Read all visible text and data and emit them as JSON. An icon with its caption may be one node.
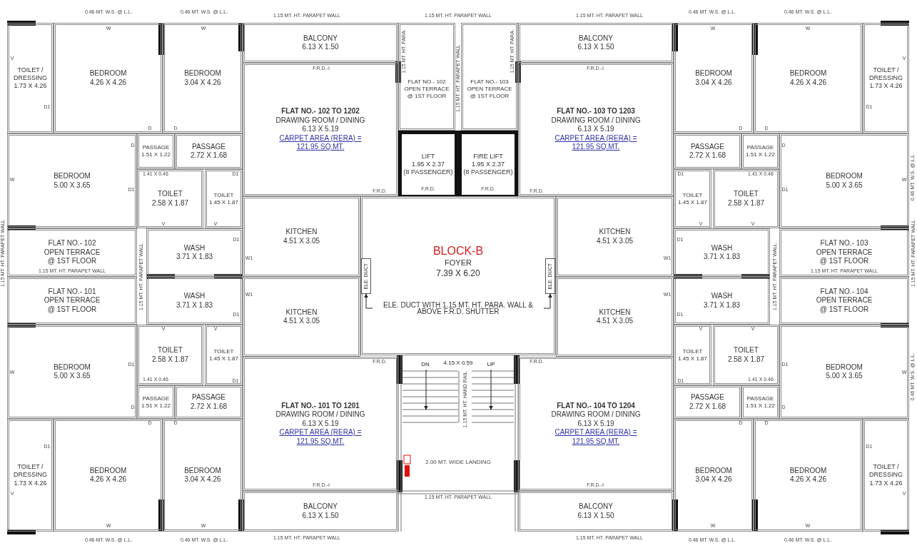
{
  "diagram": {
    "nodes": [
      {
        "text": [
          "TOILET / DRESSING",
          "1.73 X 4.26"
        ]
      },
      {
        "text": [
          "BEDROOM",
          "4.26 X 4.26"
        ]
      },
      {
        "text": [
          "BEDROOM",
          "3.04 X 4.26"
        ]
      },
      {
        "text": [
          "BEDROOM",
          "5.00 X 3.65"
        ]
      },
      {
        "text": [
          "PASSAGE",
          "1.51 X 1.22"
        ]
      },
      {
        "text": [
          "PASSAGE",
          "2.72 X 1.68"
        ]
      },
      {
        "text": [
          "TOILET",
          "2.58 X 1.87"
        ]
      },
      {
        "text": [
          "TOILET",
          "1.45 X 1.87"
        ]
      },
      {
        "text": [
          "FLAT NO.- 102",
          "OPEN TERRACE",
          "@ 1ST FLOOR"
        ]
      },
      {
        "text": [
          "WASH",
          "3.71 X 1.83"
        ]
      },
      {
        "text": [
          "FLAT NO.- 101",
          "OPEN TERRACE",
          "@ 1ST FLOOR"
        ]
      },
      {
        "text": [
          "WASH",
          "3.71 X 1.83"
        ]
      },
      {
        "text": [
          "BEDROOM",
          "5.00 X 3.65"
        ]
      },
      {
        "text": [
          "TOILET",
          "2.58 X 1.87"
        ]
      },
      {
        "text": [
          "TOILET",
          "1.45 X 1.87"
        ]
      },
      {
        "text": [
          "PASSAGE",
          "1.51 X 1.22"
        ]
      },
      {
        "text": [
          "PASSAGE",
          "2.72 X 1.68"
        ]
      },
      {
        "text": [
          "TOILET / DRESSING",
          "1.73 X 4.26"
        ]
      },
      {
        "text": [
          "BEDROOM",
          "4.26 X 4.26"
        ]
      },
      {
        "text": [
          "BEDROOM",
          "3.04 X 4.26"
        ]
      },
      {
        "text": [
          "BALCONY",
          "6.13 X 1.50"
        ]
      },
      {
        "text": [
          "FLAT NO.- 102 TO 1202",
          "DRAWING ROOM / DINING",
          "6.13 X 5.19",
          "CARPET AREA (RERA) = 121.95 SQ.MT."
        ]
      },
      {
        "text": [
          "KITCHEN",
          "4.51 X 3.05"
        ]
      },
      {
        "text": [
          "KITCHEN",
          "4.51 X 3.05"
        ]
      },
      {
        "text": [
          "FLAT NO.- 101 TO 1201",
          "DRAWING ROOM / DINING",
          "6.13 X 5.19",
          "CARPET AREA (RERA) = 121.95 SQ.MT."
        ]
      },
      {
        "text": [
          "BALCONY",
          "6.13 X 1.50"
        ]
      },
      {
        "text": [
          "FLAT NO.- 102",
          "OPEN TERRACE",
          "@ 1ST FLOOR"
        ]
      },
      {
        "text": [
          "FLAT NO.- 103",
          "OPEN TERRACE",
          "@ 1ST FLOOR"
        ]
      },
      {
        "text": [
          "LIFT",
          "1.95 X 2.37",
          "(8 PASSENGER)"
        ]
      },
      {
        "text": [
          "FIRE LIFT",
          "1.95 X 2.37",
          "(8 PASSENGER)"
        ]
      },
      {
        "text": [
          "BLOCK-B",
          "FOYER",
          "7.39 X 6.20"
        ]
      },
      {
        "text": [
          "ELE. DUCT"
        ],
        "in": 30
      },
      {
        "text": [
          "ELE. DUCT"
        ],
        "in": 30
      },
      {
        "text": [
          "ELE. DUCT WITH 1.15 MT. HT. PARA. WALL & ABOVE F.R.D. SHUTTER"
        ],
        "in": 30
      },
      {
        "text": [
          "BALCONY",
          "6.13 X 1.50"
        ]
      },
      {
        "text": [
          "FLAT NO.- 103 TO 1203",
          "DRAWING ROOM / DINING",
          "6.13 X 5.19",
          "CARPET AREA (RERA) = 121.95 SQ.MT."
        ]
      },
      {
        "text": [
          "KITCHEN",
          "4.51 X 3.05"
        ]
      },
      {
        "text": [
          "KITCHEN",
          "4.51 X 3.05"
        ]
      },
      {
        "text": [
          "FLAT NO.- 104 TO 1204",
          "DRAWING ROOM / DINING",
          "6.13 X 5.19",
          "CARPET AREA (RERA) = 121.95 SQ.MT."
        ]
      },
      {
        "text": [
          "BALCONY",
          "6.13 X 1.50"
        ]
      },
      {
        "text": [
          "TOILET / DRESSING",
          "1.73 X 4.26"
        ]
      },
      {
        "text": [
          "BEDROOM",
          "4.26 X 4.26"
        ]
      },
      {
        "text": [
          "BEDROOM",
          "3.04 X 4.26"
        ]
      },
      {
        "text": [
          "BEDROOM",
          "5.00 X 3.65"
        ]
      },
      {
        "text": [
          "PASSAGE",
          "1.51 X 1.22"
        ]
      },
      {
        "text": [
          "PASSAGE",
          "2.72 X 1.68"
        ]
      },
      {
        "text": [
          "TOILET",
          "2.58 X 1.87"
        ]
      },
      {
        "text": [
          "TOILET",
          "1.45 X 1.87"
        ]
      },
      {
        "text": [
          "FLAT NO.- 103",
          "OPEN TERRACE",
          "@ 1ST FLOOR"
        ]
      },
      {
        "text": [
          "WASH",
          "3.71 X 1.83"
        ]
      },
      {
        "text": [
          "FLAT NO.- 104",
          "OPEN TERRACE",
          "@ 1ST FLOOR"
        ]
      },
      {
        "text": [
          "WASH",
          "3.71 X 1.83"
        ]
      },
      {
        "text": [
          "BEDROOM",
          "5.00 X 3.65"
        ]
      },
      {
        "text": [
          "TOILET",
          "2.58 X 1.87"
        ]
      },
      {
        "text": [
          "TOILET",
          "1.45 X 1.87"
        ]
      },
      {
        "text": [
          "PASSAGE",
          "1.51 X 1.22"
        ]
      },
      {
        "text": [
          "PASSAGE",
          "2.72 X 1.68"
        ]
      },
      {
        "text": [
          "TOILET / DRESSING",
          "1.73 X 4.26"
        ]
      },
      {
        "text": [
          "BEDROOM",
          "4.26 X 4.26"
        ]
      },
      {
        "text": [
          "BEDROOM",
          "3.04 X 4.26"
        ]
      }
    ],
    "edges": [
      {
        "from": 33,
        "to": 31,
        "arrow": "to"
      },
      {
        "from": 33,
        "to": 32,
        "arrow": "to"
      }
    ],
    "labels": [
      "0.46 MT. W.S. @ L.L.",
      "0.46 MT. W.S. @ L.L.",
      "W",
      "W",
      "V",
      "D1",
      "D",
      "D",
      "D",
      "W",
      "1.41 X 0.46",
      "D1",
      "D1",
      "V",
      "V",
      "D1",
      "W1",
      "W1",
      "D1",
      "V",
      "V",
      "D1",
      "W",
      "1.41 X 0.46",
      "D1",
      "D",
      "D",
      "D",
      "D1",
      "V",
      "W",
      "W",
      "0.46 MT. W.S. @ L.L.",
      "0.46 MT. W.S. @ L.L.",
      "1.15 MT. HT. PARAPET WALL",
      "1.15 MT. HT. PARAPET WALL",
      "1.15 MT. HT. PARAPET WALL",
      "1.15 MT. HT. PARAPET WALL",
      "F.R.D.-I",
      "F.R.D.",
      "F.R.D.",
      "F.R.D.-I",
      "1.15 MT. HT. PARAPET WALL",
      "1.15 MT. HT. PARAPET WALL",
      "1.15 MT. HT. PARA.",
      "1.15 MT. HT. PARAPET WALL",
      "1.15 MT. HT. PARA.",
      "F.R.D.",
      "F.R.D.",
      "DN",
      "4.15 X 0.59",
      "UP",
      "1.15 MT. HT. HAND RAIL",
      "2.00 MT. WIDE LANDING",
      "1.15 MT. HT. PARAPET WALL",
      "1.15 MT. HT. PARAPET WALL",
      "F.R.D.-I",
      "F.R.D.",
      "F.R.D.",
      "F.R.D.-I",
      "1.15 MT. HT. PARAPET WALL",
      "0.46 MT. W.S. @ L.L.",
      "0.46 MT. W.S. @ L.L.",
      "W",
      "W",
      "V",
      "D1",
      "D",
      "D",
      "D",
      "W",
      "1.41 X 0.46",
      "D1",
      "D1",
      "V",
      "V",
      "D1",
      "W1",
      "W1",
      "D1",
      "V",
      "V",
      "D1",
      "W",
      "1.41 X 0.46",
      "D1",
      "D",
      "D",
      "D",
      "D1",
      "V",
      "W",
      "W",
      "0.46 MT. W.S. @ L.L.",
      "0.46 MT. W.S. @ L.L.",
      "1.15 MT. HT. PARAPET WALL",
      "1.15 MT. HT. PARAPET WALL",
      "1.15 MT. HT. PARAPET WALL",
      "0.46 MT. W.S. @ L.L.",
      "0.46 MT. W.S. @ L.L."
    ]
  }
}
